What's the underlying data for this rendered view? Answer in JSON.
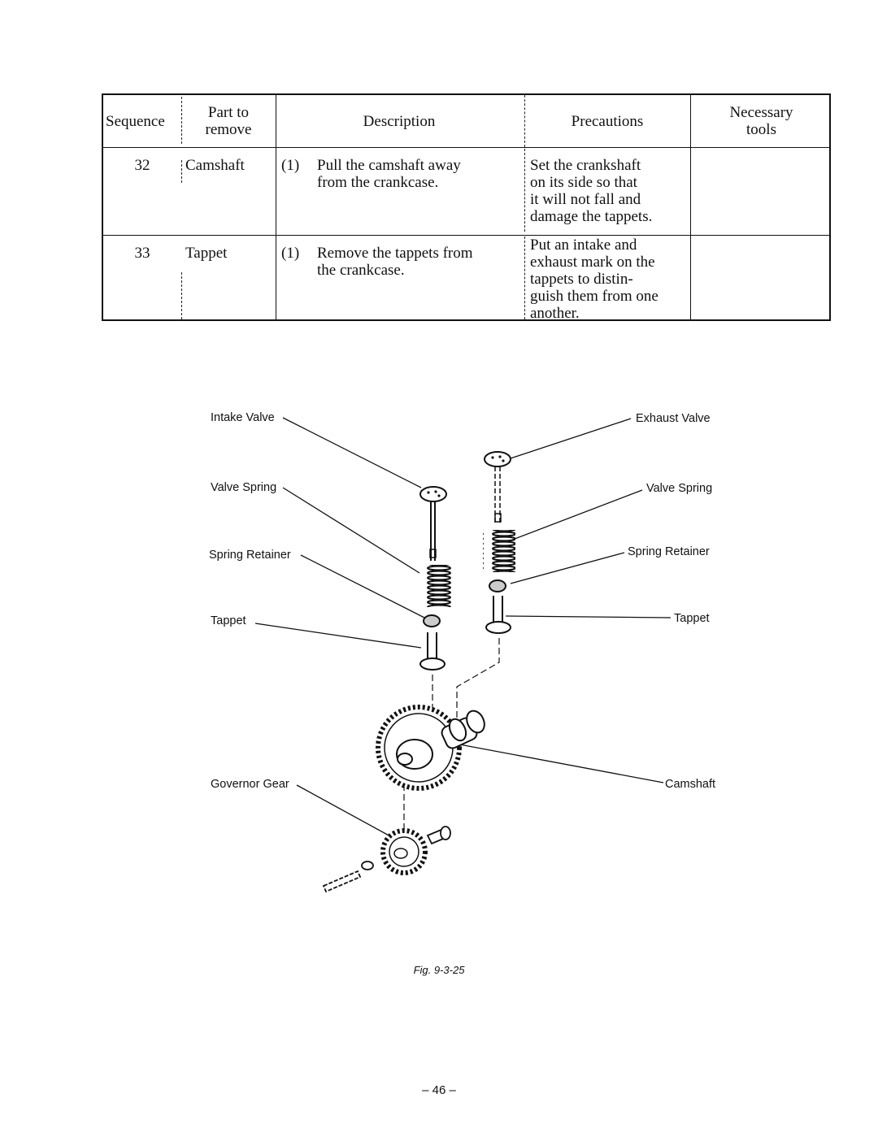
{
  "table": {
    "headers": {
      "sequence": "Sequence",
      "part": [
        "Part to",
        "remove"
      ],
      "description": "Description",
      "precautions": "Precautions",
      "tools": [
        "Necessary",
        "tools"
      ]
    },
    "rows": [
      {
        "sequence": "32",
        "part": "Camshaft",
        "desc_num": "(1)",
        "description": [
          "Pull the camshaft away",
          "from the crankcase."
        ],
        "precautions": [
          "Set the crankshaft",
          "on its side so that",
          "it will not fall and",
          "damage the tappets."
        ],
        "tools": ""
      },
      {
        "sequence": "33",
        "part": "Tappet",
        "desc_num": "(1)",
        "description": [
          "Remove the tappets from",
          "the crankcase."
        ],
        "precautions": [
          "Put an intake and",
          "exhaust mark on the",
          "tappets to distin-",
          "guish them from one",
          "another."
        ],
        "tools": ""
      }
    ]
  },
  "figure": {
    "labels": {
      "intake_valve": "Intake Valve",
      "valve_spring_left": "Valve Spring",
      "spring_retainer_left": "Spring Retainer",
      "tappet_left": "Tappet",
      "governor_gear": "Governor Gear",
      "exhaust_valve": "Exhaust Valve",
      "valve_spring_right": "Valve Spring",
      "spring_retainer_right": "Spring Retainer",
      "tappet_right": "Tappet",
      "camshaft": "Camshaft"
    },
    "caption": "Fig. 9-3-25"
  },
  "page_number": "– 46 –"
}
